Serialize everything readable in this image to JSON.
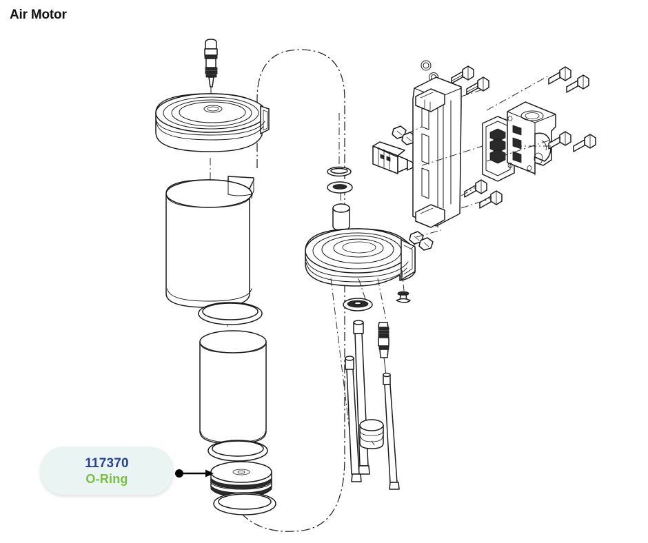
{
  "page": {
    "title": "Air Motor",
    "background_color": "#ffffff"
  },
  "callout": {
    "part_number": "117370",
    "part_name": "O-Ring",
    "pill_background": "#eaf4f3",
    "part_number_color": "#27419b",
    "part_name_color": "#78c043",
    "leader": {
      "dot_label": "leader-origin-dot",
      "arrow_label": "leader-arrow-head",
      "points_to": "O-Ring at bottom of piston stack"
    }
  },
  "diagram": {
    "type": "exploded-parts-illustration",
    "subject": "Air Motor",
    "line_color": "#1a1a1a",
    "phantom_line_style": "dash-dot",
    "groups": [
      {
        "name": "air-motor-cap-assembly",
        "parts": [
          "top fitting",
          "motor cap",
          "upper cylinder sleeve",
          "o-ring",
          "lower cylinder sleeve",
          "o-ring",
          "piston assembly",
          "o-ring"
        ]
      },
      {
        "name": "phantom-cylinder-outline",
        "parts": [
          "assembled cylinder phantom outline"
        ]
      },
      {
        "name": "motor-base-assembly",
        "parts": [
          "o-ring",
          "seal washer",
          "spacer bushing",
          "motor base housing",
          "gasket",
          "valve rod",
          "tie rods",
          "coupling block"
        ]
      },
      {
        "name": "valve-block-assembly",
        "parts": [
          "small o-rings",
          "hex bolts",
          "valve bushing",
          "air valve body",
          "valve gasket",
          "valve housing",
          "hex bolts"
        ]
      }
    ]
  }
}
